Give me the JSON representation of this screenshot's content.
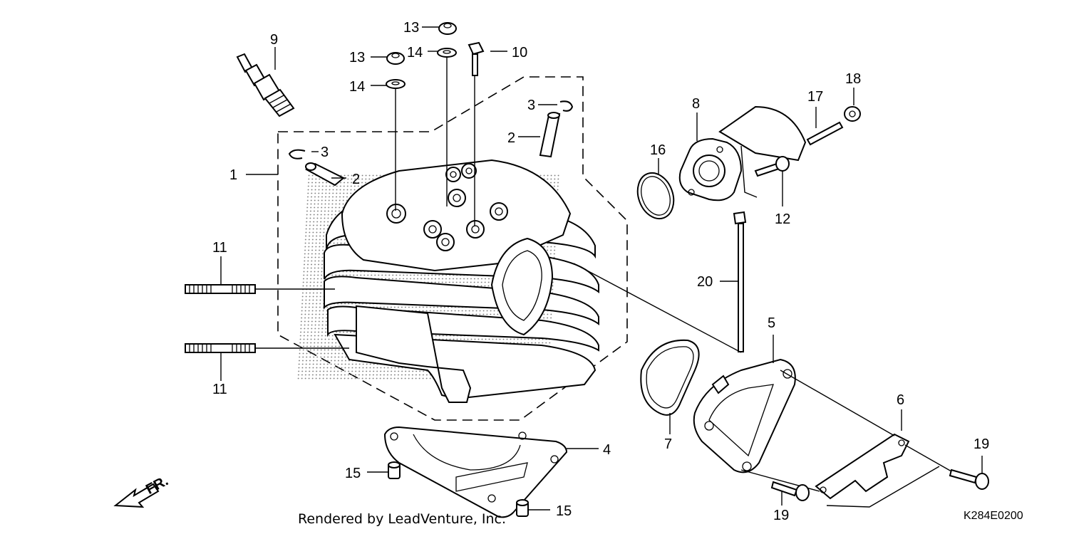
{
  "callouts": {
    "c1": "1",
    "c2a": "2",
    "c2b": "2",
    "c3a": "3",
    "c3b": "3",
    "c4": "4",
    "c5": "5",
    "c6": "6",
    "c7": "7",
    "c8": "8",
    "c9": "9",
    "c10": "10",
    "c11a": "11",
    "c11b": "11",
    "c12": "12",
    "c13a": "13",
    "c13b": "13",
    "c14a": "14",
    "c14b": "14",
    "c15a": "15",
    "c15b": "15",
    "c16": "16",
    "c17": "17",
    "c18": "18",
    "c19a": "19",
    "c19b": "19",
    "c20": "20"
  },
  "direction": "FR.",
  "footer": "Rendered by LeadVenture, Inc.",
  "diagram_code": "K284E0200"
}
